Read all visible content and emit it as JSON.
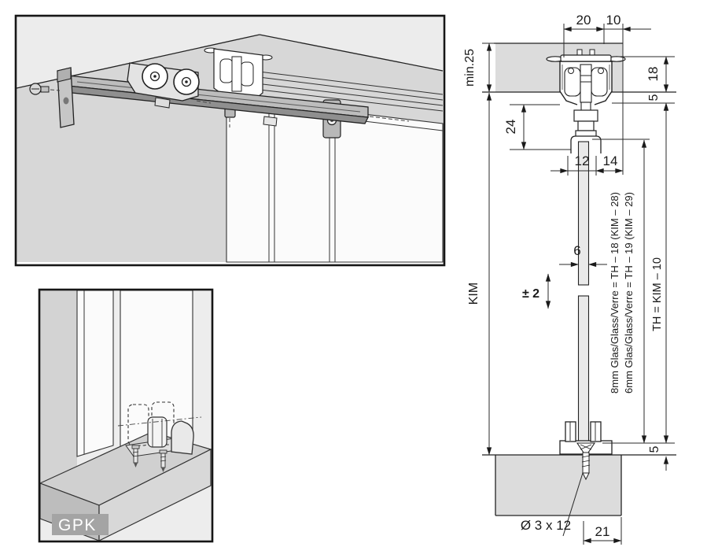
{
  "panels": {
    "bottom_isometric": {
      "label": "GPK"
    }
  },
  "dimensions": {
    "track_width": "20",
    "track_side_offset": "10",
    "ceiling_min_depth": "min.25",
    "recess_height": "18",
    "top_protrusion": "5",
    "hanger_height": "24",
    "slot_width": "12",
    "slot_offset": "14",
    "clear_opening_height": "KIM",
    "height_adjustment": "± 2",
    "glass_thickness": "6",
    "glass_8mm_formula": "8mm Glas/Glass/Verre = TH – 18 (KIM – 28)",
    "glass_6mm_formula": "6mm Glas/Glass/Verre = TH – 19 (KIM – 29)",
    "door_height_formula": "TH = KIM – 10",
    "floor_clearance": "5",
    "screw_spec": "Ø 3 x 12",
    "guide_screw_offset": "21"
  },
  "colors": {
    "line": "#1a1a1a",
    "ceiling_fill": "#dcdcdc",
    "glass_fill": "#e9e9e9",
    "gpk_badge": "#a4a4a4"
  }
}
